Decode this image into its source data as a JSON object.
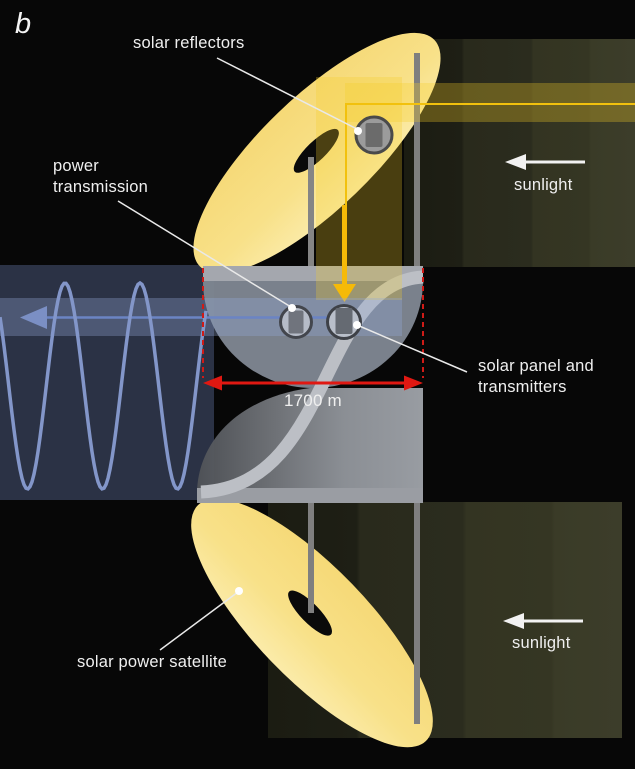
{
  "figure": {
    "panel_label": "b"
  },
  "labels": {
    "solar_reflectors": "solar reflectors",
    "power_transmission_line1": "power",
    "power_transmission_line2": "transmission",
    "sunlight_top": "sunlight",
    "sunlight_bottom": "sunlight",
    "dimension_value": "1700 m",
    "solar_panel_line1": "solar panel and",
    "solar_panel_line2": "transmitters",
    "solar_power_satellite": "solar power satellite"
  },
  "icons": [
    "sunlight-arrow-top",
    "sunlight-arrow-bottom",
    "power-beam-down-arrow",
    "microwave-beam-arrow",
    "dimension-arrow"
  ],
  "colors": {
    "background": "#070707",
    "disk_yellow": "#f8e189",
    "beam_yellow_line": "#f2c10d",
    "beam_arrow_yellow": "#f5ba08",
    "sunlight_band_dark": "#1c1d13",
    "sunlight_band_light": "#3b3c28",
    "microwave_navy": "#2b3245",
    "microwave_blue": "#8396c9",
    "structure_gray": "#9aa0a6",
    "dimension_red": "#e01812",
    "annotation_white": "#e9e9e9"
  }
}
